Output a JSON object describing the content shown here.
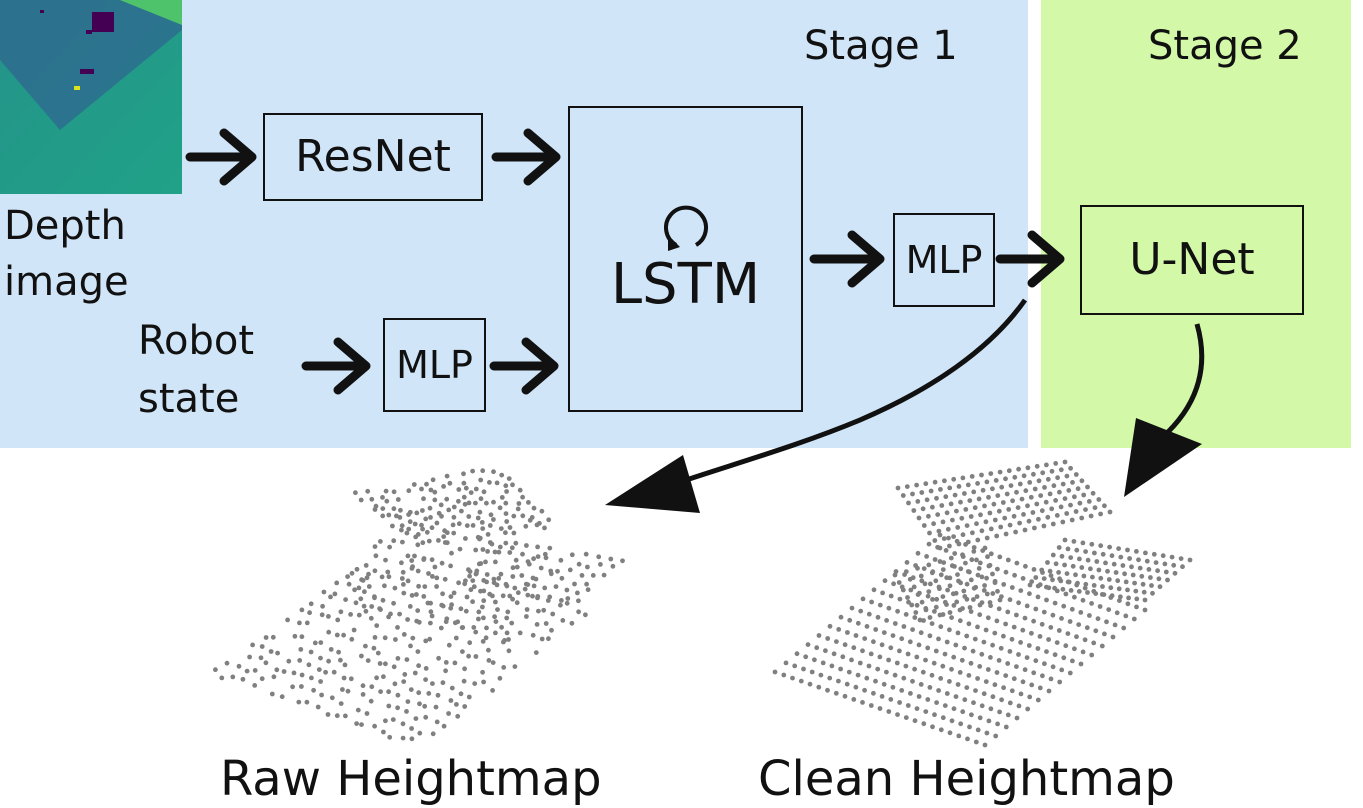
{
  "stages": {
    "stage1_label": "Stage 1",
    "stage2_label": "Stage 2"
  },
  "inputs": {
    "depth_label": "Depth\nimage",
    "robot_label": "Robot\nstate"
  },
  "blocks": {
    "resnet": "ResNet",
    "mlp_state": "MLP",
    "lstm": "LSTM",
    "mlp_out": "MLP",
    "unet": "U-Net"
  },
  "outputs": {
    "raw_label": "Raw Heightmap",
    "clean_label": "Clean Heightmap"
  },
  "colors": {
    "stage1_bg": "#d1e5f8",
    "stage2_bg": "#d2f8a8",
    "points": "#808080"
  }
}
